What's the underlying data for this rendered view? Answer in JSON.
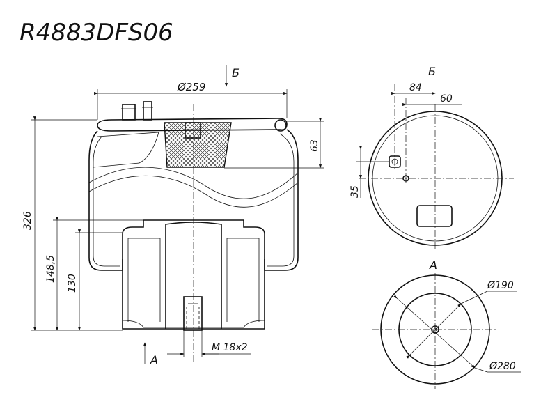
{
  "title": "R4883DFS06",
  "view_labels": {
    "section_marker": "Б",
    "view_b": "Б",
    "arrow_marker": "А",
    "view_a": "А"
  },
  "dimensions": {
    "overall_diameter": "Ø259",
    "height_total": "326",
    "height_piston": "148,5",
    "height_inner": "130",
    "plate_height": "63",
    "thread": "M 18x2",
    "offset_84": "84",
    "offset_60": "60",
    "offset_35": "35",
    "diameter_190": "Ø190",
    "diameter_280": "Ø280"
  }
}
